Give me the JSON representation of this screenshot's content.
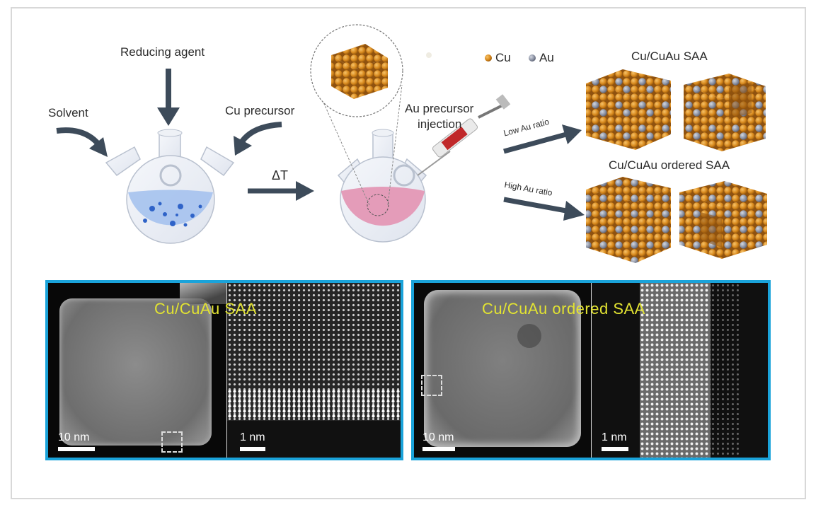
{
  "scheme": {
    "reducing_agent": "Reducing agent",
    "solvent": "Solvent",
    "cu_precursor": "Cu precursor",
    "delta_t": "ΔT",
    "au_precursor_line1": "Au precursor",
    "au_precursor_line2": "injection",
    "legend_cu": "Cu",
    "legend_au": "Au",
    "low_au_ratio": "Low Au ratio",
    "high_au_ratio": "High Au ratio",
    "saa_title": "Cu/CuAu SAA",
    "ordered_saa_title": "Cu/CuAu ordered SAA"
  },
  "colors": {
    "cu": "#d98a1e",
    "au": "#8e95a6",
    "arrow": "#3d4b5a",
    "panel_border": "#1aa3da",
    "micrograph_label": "#e2e332",
    "solution_blue": "#a9c4ee",
    "solution_pink": "#e49cb9"
  },
  "micrographs": {
    "left": {
      "label": "Cu/CuAu SAA",
      "scale_large": "10 nm",
      "scale_small": "1 nm"
    },
    "right": {
      "label": "Cu/CuAu ordered SAA",
      "scale_large": "10 nm",
      "scale_small": "1 nm"
    }
  }
}
